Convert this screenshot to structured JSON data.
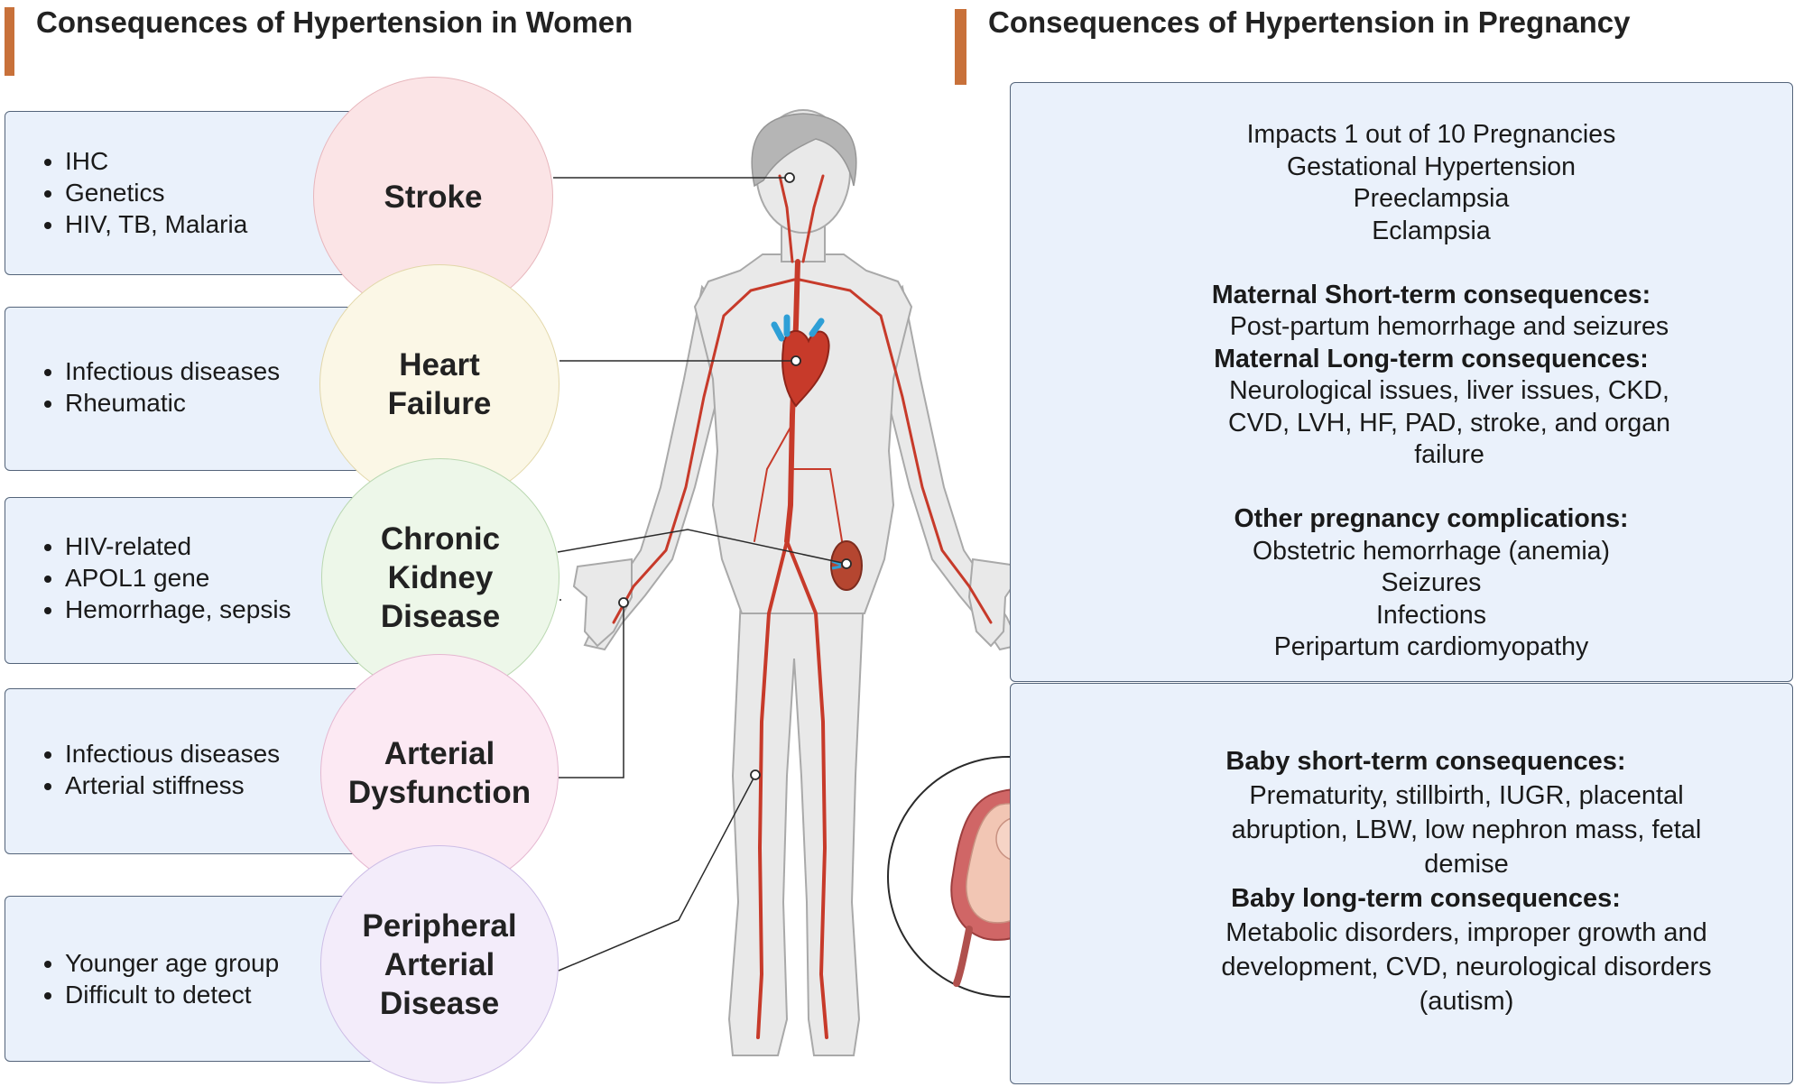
{
  "left_section": {
    "title": "Consequences of Hypertension in Women",
    "conditions": [
      {
        "name": "Stroke",
        "factors": [
          "IHC",
          "Genetics",
          "HIV, TB, Malaria"
        ]
      },
      {
        "name": "Heart\nFailure",
        "factors": [
          "Infectious diseases",
          "Rheumatic"
        ]
      },
      {
        "name": "Chronic\nKidney\nDisease",
        "factors": [
          "HIV-related",
          "APOL1 gene",
          "Hemorrhage, sepsis"
        ]
      },
      {
        "name": "Arterial\nDysfunction",
        "factors": [
          "Infectious diseases",
          "Arterial stiffness"
        ]
      },
      {
        "name": "Peripheral\nArterial\nDisease",
        "factors": [
          "Younger age group",
          "Difficult to detect"
        ]
      }
    ]
  },
  "right_section": {
    "title": "Consequences of Hypertension in Pregnancy",
    "maternal_panel": {
      "intro": [
        "Impacts 1 out of 10 Pregnancies",
        "Gestational Hypertension",
        "Preeclampsia",
        "Eclampsia"
      ],
      "short_term_heading": "Maternal Short-term consequences:",
      "short_term_text": "Post-partum hemorrhage and seizures",
      "long_term_heading": "Maternal Long-term consequences:",
      "long_term_lines": [
        "Neurological issues, liver issues, CKD,",
        "CVD, LVH, HF, PAD, stroke, and organ",
        "failure"
      ],
      "other_heading": "Other pregnancy complications:",
      "other_lines": [
        "Obstetric hemorrhage (anemia)",
        "Seizures",
        "Infections",
        "Peripartum cardiomyopathy"
      ]
    },
    "baby_panel": {
      "short_term_heading": "Baby short-term consequences:",
      "short_term_lines": [
        "Prematurity, stillbirth, IUGR, placental",
        "abruption, LBW, low nephron mass, fetal",
        "demise"
      ],
      "long_term_heading": "Baby long-term consequences:",
      "long_term_lines": [
        "Metabolic disorders, improper growth and",
        "development, CVD, neurological disorders",
        "(autism)"
      ]
    }
  },
  "colors": {
    "accent": "#c8713a",
    "panel_fill": "#eaf1fb",
    "panel_border": "#54647a",
    "artery": "#c73a2a",
    "stroke_circle": "#fbe4e6",
    "heart_failure_circle": "#fbf7e6",
    "ckd_circle": "#edf7e9",
    "arterial_dysfunction_circle": "#fce9f3",
    "pad_circle": "#f3ecfa"
  }
}
